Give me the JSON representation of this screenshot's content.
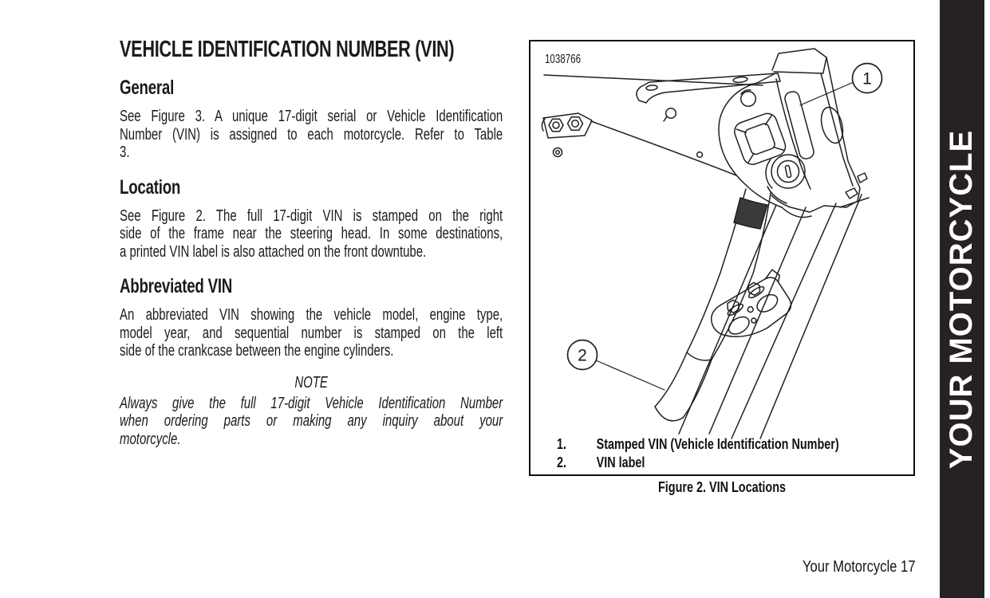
{
  "colors": {
    "paper": "#ffffff",
    "ink": "#1b1b1b",
    "figure_border": "#101010",
    "sidebar_bg": "#262223",
    "sidebar_text": "#ffffff"
  },
  "article": {
    "title": "VEHICLE IDENTIFICATION NUMBER (VIN)",
    "sections": [
      {
        "heading": "General",
        "lines": [
          "See Figure 3. A unique 17-digit serial or Vehicle Identification",
          "Number (VIN) is assigned to each motorcycle. Refer to Table",
          "3."
        ]
      },
      {
        "heading": "Location",
        "lines": [
          "See Figure 2. The full 17-digit VIN is stamped on the right",
          "side of the frame near the steering head. In some destinations,",
          "a printed VIN label is also attached on the front downtube."
        ]
      },
      {
        "heading": "Abbreviated VIN",
        "lines": [
          "An abbreviated VIN showing the vehicle model, engine type,",
          "model year, and sequential number is stamped on the left",
          "side of the crankcase between the engine cylinders."
        ]
      }
    ],
    "note": {
      "heading": "NOTE",
      "lines": [
        "Always give the full 17-digit Vehicle Identification Number",
        "when ordering parts or making any inquiry about your",
        "motorcycle."
      ]
    }
  },
  "figure": {
    "image_number": "1038766",
    "callout_1": "1",
    "callout_2": "2",
    "legend": [
      {
        "num": "1.",
        "label": "Stamped VIN (Vehicle Identification Number)"
      },
      {
        "num": "2.",
        "label": "VIN label"
      }
    ],
    "caption": "Figure 2. VIN Locations"
  },
  "sidebar": {
    "label": "YOUR MOTORCYCLE"
  },
  "footer": {
    "text": "Your Motorcycle 17"
  }
}
